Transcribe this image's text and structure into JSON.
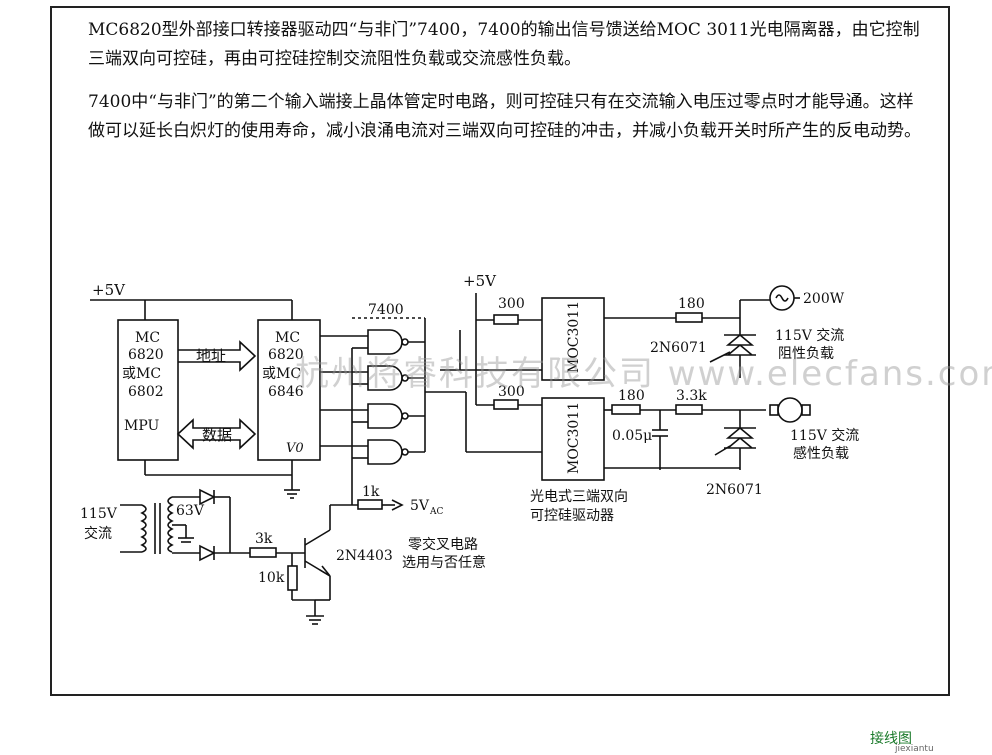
{
  "paragraphs": [
    "MC6820型外部接口转接器驱动四“与非门”7400，7400的输出信号馈送给MOC 3011光电隔离器，由它控制三端双向可控硅，再由可控硅控制交流阻性负载或交流感性负载。",
    "7400中“与非门”的第二个输入端接上晶体管定时电路，则可控硅只有在交流输入电压过零点时才能导通。这样做可以延长白炽灯的使用寿命，减小浪涌电流对三端双向可控硅的冲击，并减小负载开关时所产生的反电动势。"
  ],
  "labels": {
    "vcc1": "+5V",
    "mpu_line1": "MC",
    "mpu_line2": "6820",
    "mpu_line3": "或MC",
    "mpu_line4": "6802",
    "mpu_line5": "MPU",
    "addr": "地址",
    "data": "数据",
    "pia_line1": "MC",
    "pia_line2": "6820",
    "pia_line3": "或MC",
    "pia_line4": "6846",
    "pia_v0": "V0",
    "gate_chip": "7400",
    "vcc2": "+5V",
    "r300a": "300",
    "r300b": "300",
    "moc_a": "MOC3011",
    "moc_b": "MOC3011",
    "r180a": "180",
    "r180b": "180",
    "r33k": "3.3k",
    "cap": "0.05μ",
    "triac_a": "2N6071",
    "triac_b": "2N6071",
    "lamp_power": "200W",
    "res_load_1": "115V 交流",
    "res_load_2": "阻性负载",
    "ind_load_1": "115V 交流",
    "ind_load_2": "感性负载",
    "ac_in_1": "115V",
    "ac_in_2": "交流",
    "sec_v": "63V",
    "r3k": "3k",
    "r10k": "10k",
    "r1k": "1k",
    "vac": "5V",
    "vac_sub": "AC",
    "transistor": "2N4403",
    "zc_1": "零交叉电路",
    "zc_2": "选用与否任意",
    "driver_1": "光电式三端双向",
    "driver_2": "可控硅驱动器"
  },
  "watermark": "杭州将睿科技有限公司 www.elecfans.com",
  "brand": "接线图",
  "brand_sub": "jiexiantu"
}
